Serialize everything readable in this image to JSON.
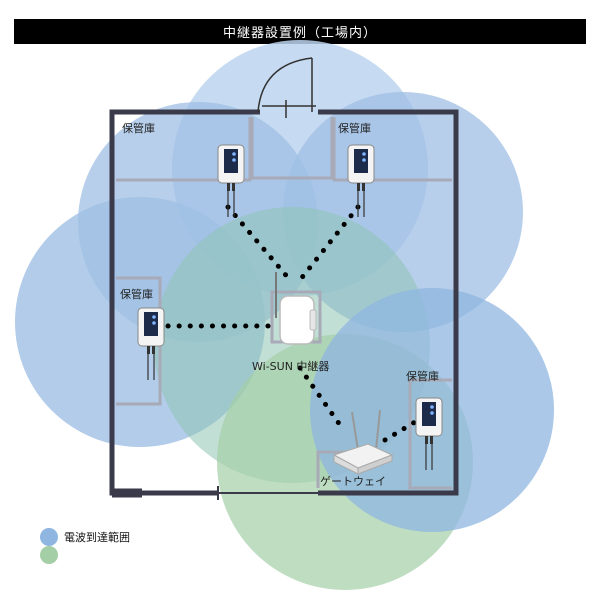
{
  "title": "中継器設置例（工場内）",
  "labels": {
    "storage_top_left": "保管庫",
    "storage_top_right": "保管庫",
    "storage_mid_left": "保管庫",
    "storage_bottom_right": "保管庫",
    "repeater": "Wi-SUN 中継器",
    "gateway": "ゲートウェイ"
  },
  "legend": {
    "text": "電波到達範囲"
  },
  "colors": {
    "coverage_blue": "#8fb6e0",
    "coverage_green": "#a4cfa6",
    "wall": "#3a3a4a",
    "room_outline": "#a8aab8",
    "link_dots": "#000000"
  }
}
